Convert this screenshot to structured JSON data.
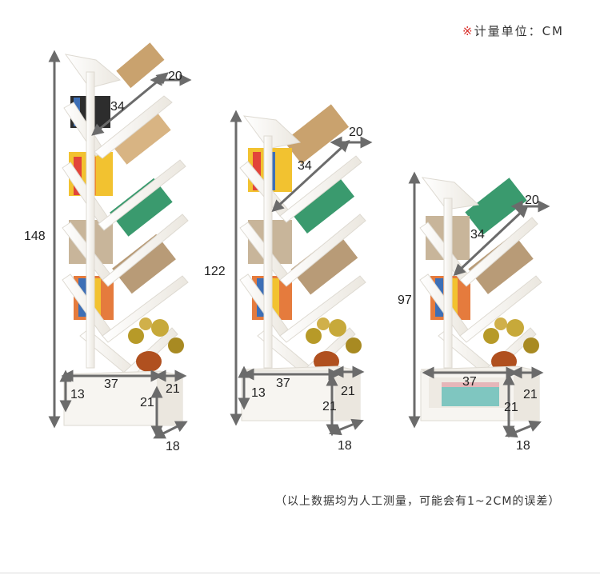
{
  "header": {
    "unit_mark": "※",
    "unit_label": "计量单位：CM"
  },
  "footer": {
    "disclaimer": "（以上数据均为人工测量，可能会有1~2CM的误差）"
  },
  "products": [
    {
      "name": "",
      "height": "148",
      "diagonal_shelf": "34",
      "shelf_depth": "20",
      "base_width": "37",
      "base_left_height": "13",
      "base_front_height": "21",
      "base_side_height": "21",
      "base_depth": "18"
    },
    {
      "name": "",
      "height": "122",
      "diagonal_shelf": "34",
      "shelf_depth": "20",
      "base_width": "37",
      "base_left_height": "13",
      "base_front_height": "21",
      "base_side_height": "21",
      "base_depth": "18"
    },
    {
      "name": "",
      "height": "97",
      "diagonal_shelf": "34",
      "shelf_depth": "20",
      "base_width": "37",
      "base_front_height": "21",
      "base_side_height": "21",
      "base_depth": "18"
    }
  ],
  "colors": {
    "shelf": "#f7f5f1",
    "shelf_edge": "#dedad2",
    "dimension_line": "#6b6b6b",
    "pot": "#b0501f",
    "leaf": "#b79a28"
  }
}
